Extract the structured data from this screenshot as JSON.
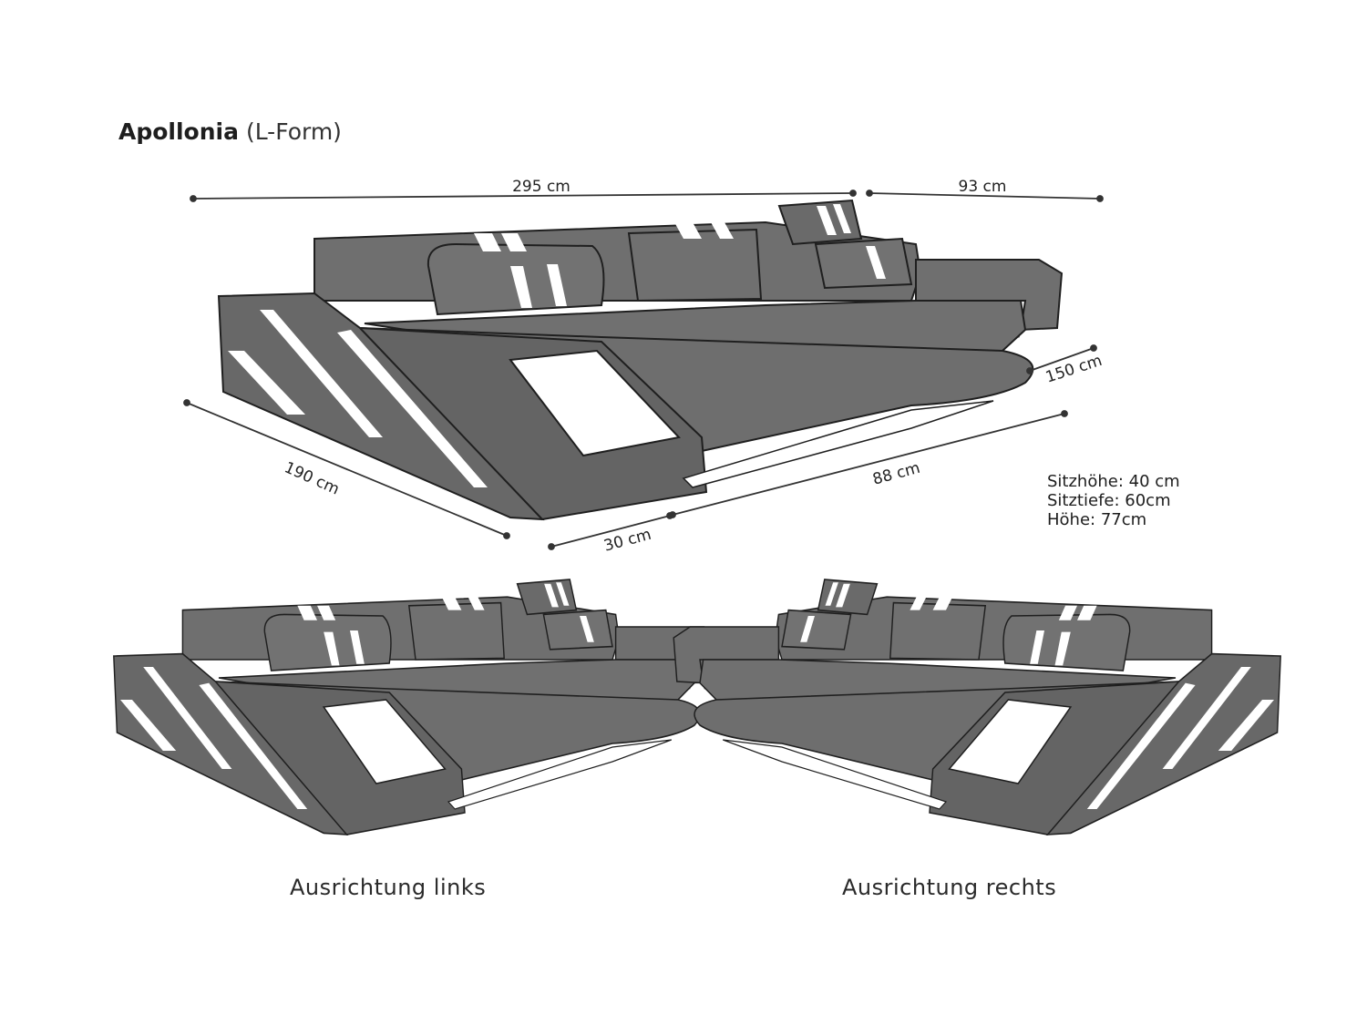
{
  "product": {
    "name": "Apollonia",
    "variant": "(L-Form)"
  },
  "dimensions": {
    "width_main": "295 cm",
    "width_side": "93 cm",
    "depth_right": "150 cm",
    "depth_left": "190 cm",
    "front_long": "88 cm",
    "front_short": "30 cm"
  },
  "specs": [
    "Sitzhöhe: 40 cm",
    "Sitztiefe: 60cm",
    "Höhe: 77cm"
  ],
  "captions": {
    "left": "Ausrichtung links",
    "right": "Ausrichtung rechts"
  },
  "colors": {
    "upholstery": "#6d6d6d",
    "outline": "#1f1f1f",
    "led": "#ffffff",
    "background": "#ffffff"
  }
}
